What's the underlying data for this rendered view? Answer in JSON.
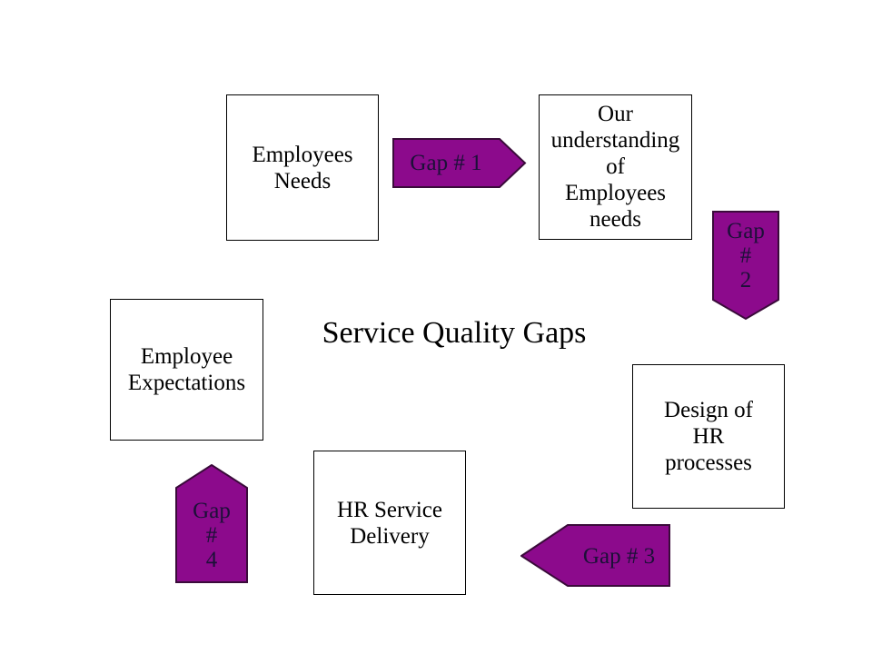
{
  "title": "Service Quality Gaps",
  "boxes": {
    "employees_needs": {
      "label": "Employees\nNeeds"
    },
    "our_understanding": {
      "label": "Our\nunderstanding\nof\nEmployees\nneeds"
    },
    "employee_expectations": {
      "label": "Employee\nExpectations"
    },
    "design_hr_processes": {
      "label": "Design of\nHR\nprocesses"
    },
    "hr_service_delivery": {
      "label": "HR Service\nDelivery"
    }
  },
  "gaps": {
    "gap1": {
      "label": "Gap # 1",
      "direction": "right"
    },
    "gap2": {
      "label": "Gap\n#\n2",
      "direction": "down"
    },
    "gap3": {
      "label": "Gap # 3",
      "direction": "left"
    },
    "gap4": {
      "label": "Gap\n#\n4",
      "direction": "up"
    }
  },
  "colors": {
    "background": "#FFFFFF",
    "box_border": "#000000",
    "box_text": "#000000",
    "arrow_fill": "#8C0A8C",
    "arrow_border": "#3A0B3A",
    "arrow_text": "#1C1038"
  }
}
